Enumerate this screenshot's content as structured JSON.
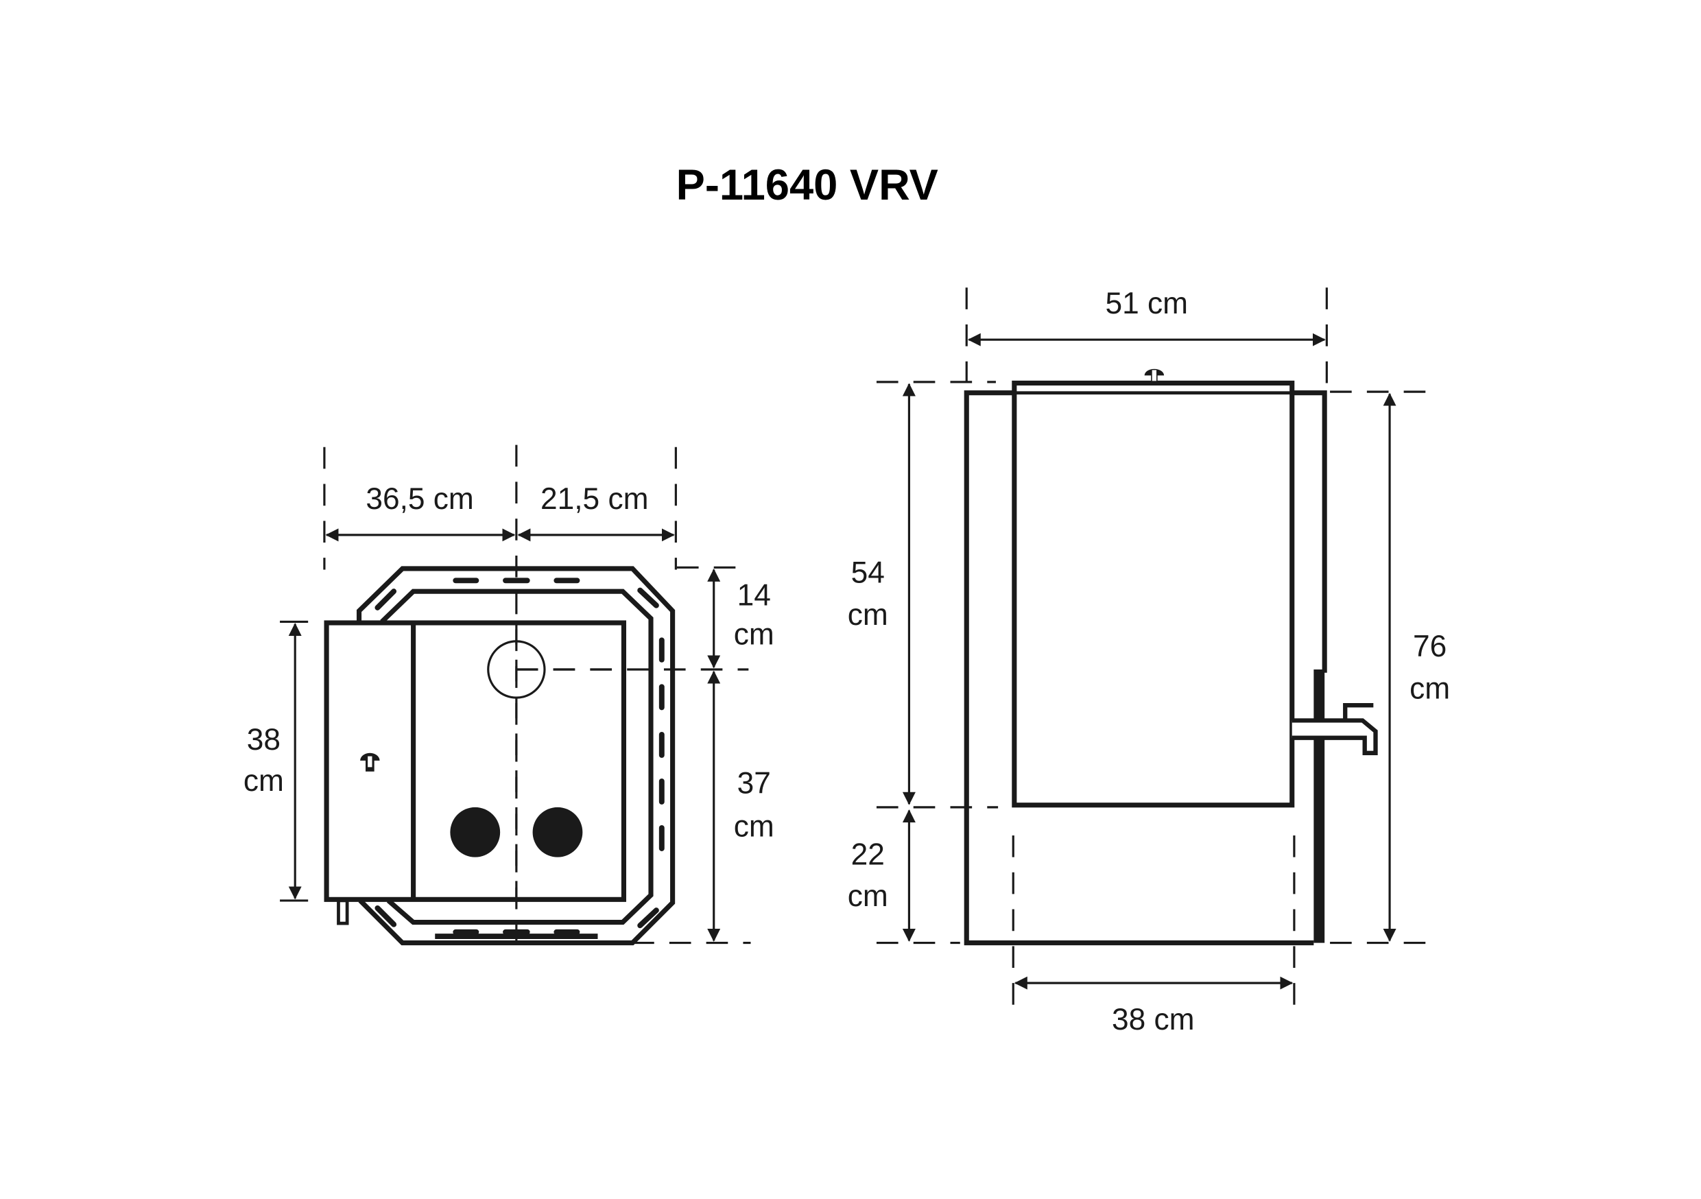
{
  "title": "P-11640 VRV",
  "top_view": {
    "width_left": "36,5 cm",
    "width_right": "21,5 cm",
    "height_door_value": "38",
    "height_door_unit": "cm",
    "depth_top_value": "14",
    "depth_top_unit": "cm",
    "depth_bottom_value": "37",
    "depth_bottom_unit": "cm"
  },
  "side_view": {
    "total_width": "51 cm",
    "tank_width": "38 cm",
    "tank_height_value": "54",
    "tank_height_unit": "cm",
    "base_height_value": "22",
    "base_height_unit": "cm",
    "total_height_value": "76",
    "total_height_unit": "cm"
  },
  "colors": {
    "line": "#1a1a1a",
    "background": "#ffffff"
  }
}
